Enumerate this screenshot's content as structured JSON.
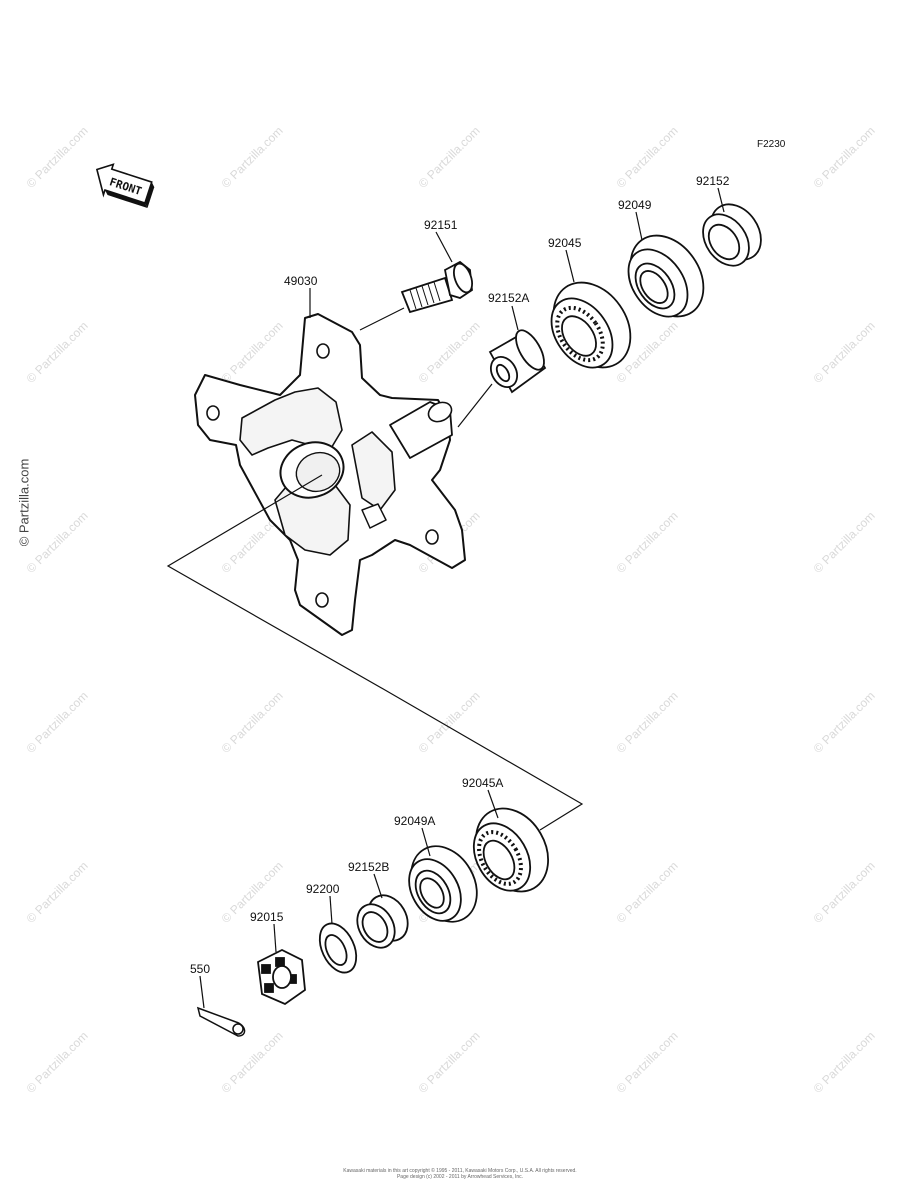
{
  "diagram": {
    "code": "F2230",
    "front_label": "FRONT",
    "watermark": "© Partzilla.com",
    "parts": {
      "hub": "49030",
      "bolt": "92151",
      "spacer_a": "92152A",
      "bearing_outer": "92045",
      "seal_outer": "92049",
      "spacer_outer": "92152",
      "bearing_inner": "92045A",
      "seal_inner": "92049A",
      "spacer_b": "92152B",
      "washer": "92200",
      "nut": "92015",
      "cotter_pin": "550"
    },
    "footer_line1": "Kawasaki materials in this art copyright © 1995 - 2011, Kawasaki Motors Corp., U.S.A. All rights reserved.",
    "footer_line2": "Page design (c) 2002 - 2011 by Arrowhead Services, Inc."
  }
}
